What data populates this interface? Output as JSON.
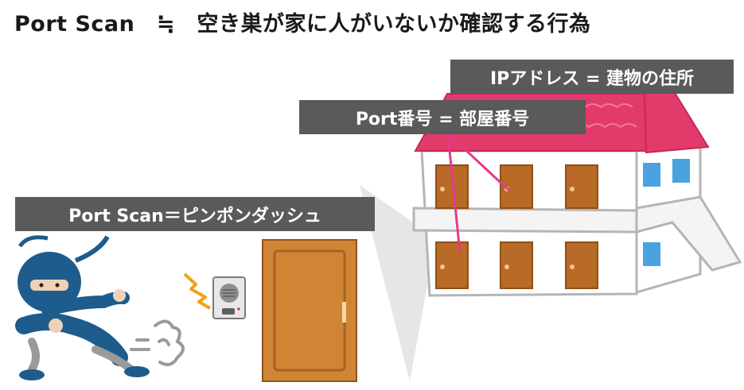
{
  "title": "Port Scan　≒　空き巣が家に人がいないか確認する行為",
  "labels": {
    "ip_address": "IPアドレス = 建物の住所",
    "port_number": "Port番号 = 部屋番号",
    "port_scan": "Port Scan＝ピンポンダッシュ"
  },
  "colors": {
    "label_bg": "#5a5a5a",
    "roof": "#e23a6b",
    "door": "#b86a26",
    "pointer": "#e8388a",
    "ninja": "#1d5c8c"
  },
  "icons": [
    "ninja-icon",
    "doorbell-icon",
    "lightning-icon",
    "door-icon",
    "apartment-icon",
    "dust-cloud-icon"
  ]
}
